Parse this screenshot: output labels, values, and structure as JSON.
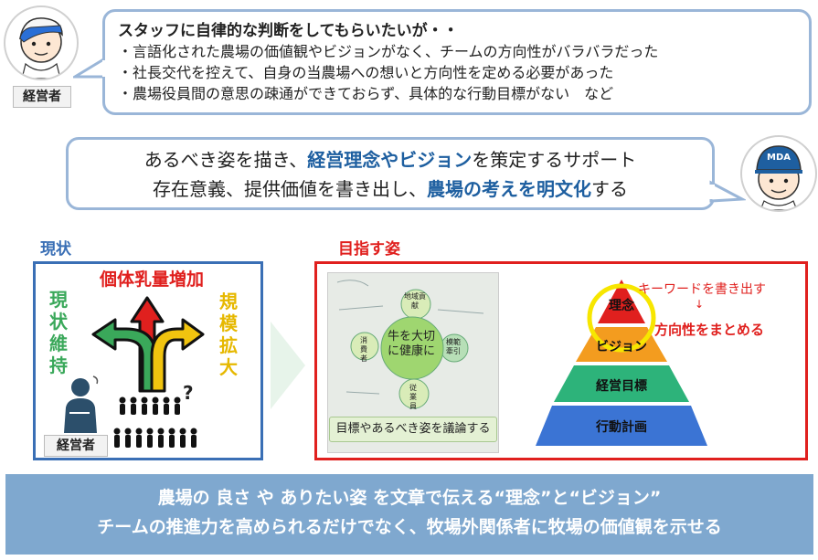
{
  "owner": {
    "label": "経営者"
  },
  "concerns": {
    "headline": "スタッフに自律的な判断をしてもらいたいが・・",
    "bullets": [
      "・言語化された農場の価値観やビジョンがなく、チームの方向性がバラバラだった",
      "・社長交代を控えて、自身の当農場への想いと方向性を定める必要があった",
      "・農場役員間の意思の疎通ができておらず、具体的な行動目標がない　など"
    ]
  },
  "support": {
    "line1": {
      "pre": "あるべき姿を描き、",
      "hl": "経営理念やビジョン",
      "post": "を策定するサポート"
    },
    "line2": {
      "pre": "存在意義、提供価値を書き出し、",
      "hl": "農場の考えを明文化",
      "post": "する"
    }
  },
  "consultant": {
    "badge": "MDA"
  },
  "current": {
    "title": "現状",
    "options": {
      "center": "個体乳量増加",
      "left": "現状維持",
      "right": "規模拡大"
    },
    "question_mark": "?",
    "person_label": "経営者",
    "colors": {
      "center": "#e0201e",
      "left": "#3aa85a",
      "right": "#e6b800",
      "frame": "#3a6fb5"
    }
  },
  "goal": {
    "title": "目指す姿",
    "photo": {
      "center": "牛を大切に健康に",
      "nodes": [
        "地域貢献",
        "消費者",
        "模範牽引",
        "従業員"
      ],
      "caption": "目標やあるべき姿を議論する"
    },
    "pyramid": {
      "levels": [
        "理念",
        "ビジョン",
        "経営目標",
        "行動計画"
      ],
      "colors": [
        "#e0201e",
        "#f39c1f",
        "#2db37a",
        "#3b74d4"
      ]
    },
    "annotation": {
      "line1": "キーワードを書き出す",
      "arrow": "↓",
      "line2": "方向性をまとめる"
    },
    "colors": {
      "title": "#e0201e",
      "frame": "#e0201e"
    }
  },
  "conclusion": {
    "line1": "農場の 良さ や ありたい姿 を文章で伝える“理念”と“ビジョン”",
    "line2": "チームの推進力を高められるだけでなく、牧場外関係者に牧場の価値観を示せる"
  }
}
